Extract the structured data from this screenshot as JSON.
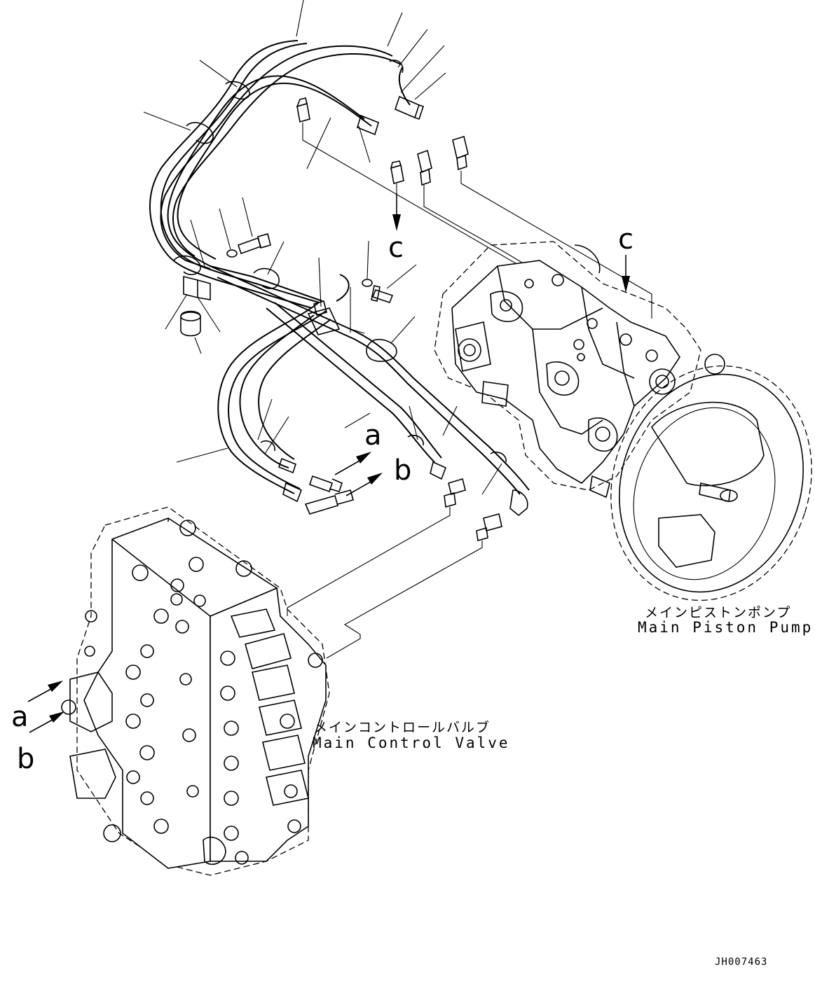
{
  "callouts": {
    "c_top": "c",
    "c_right": "c",
    "a_mid": "a",
    "b_mid": "b",
    "a_left": "a",
    "b_left": "b"
  },
  "components": {
    "main_piston_pump": {
      "label_ja": "メインピストンポンプ",
      "label_en": "Main Piston Pump"
    },
    "main_control_valve": {
      "label_ja": "メインコントロールバルブ",
      "label_en": "Main Control Valve"
    }
  },
  "drawing_ref": "JH007463"
}
